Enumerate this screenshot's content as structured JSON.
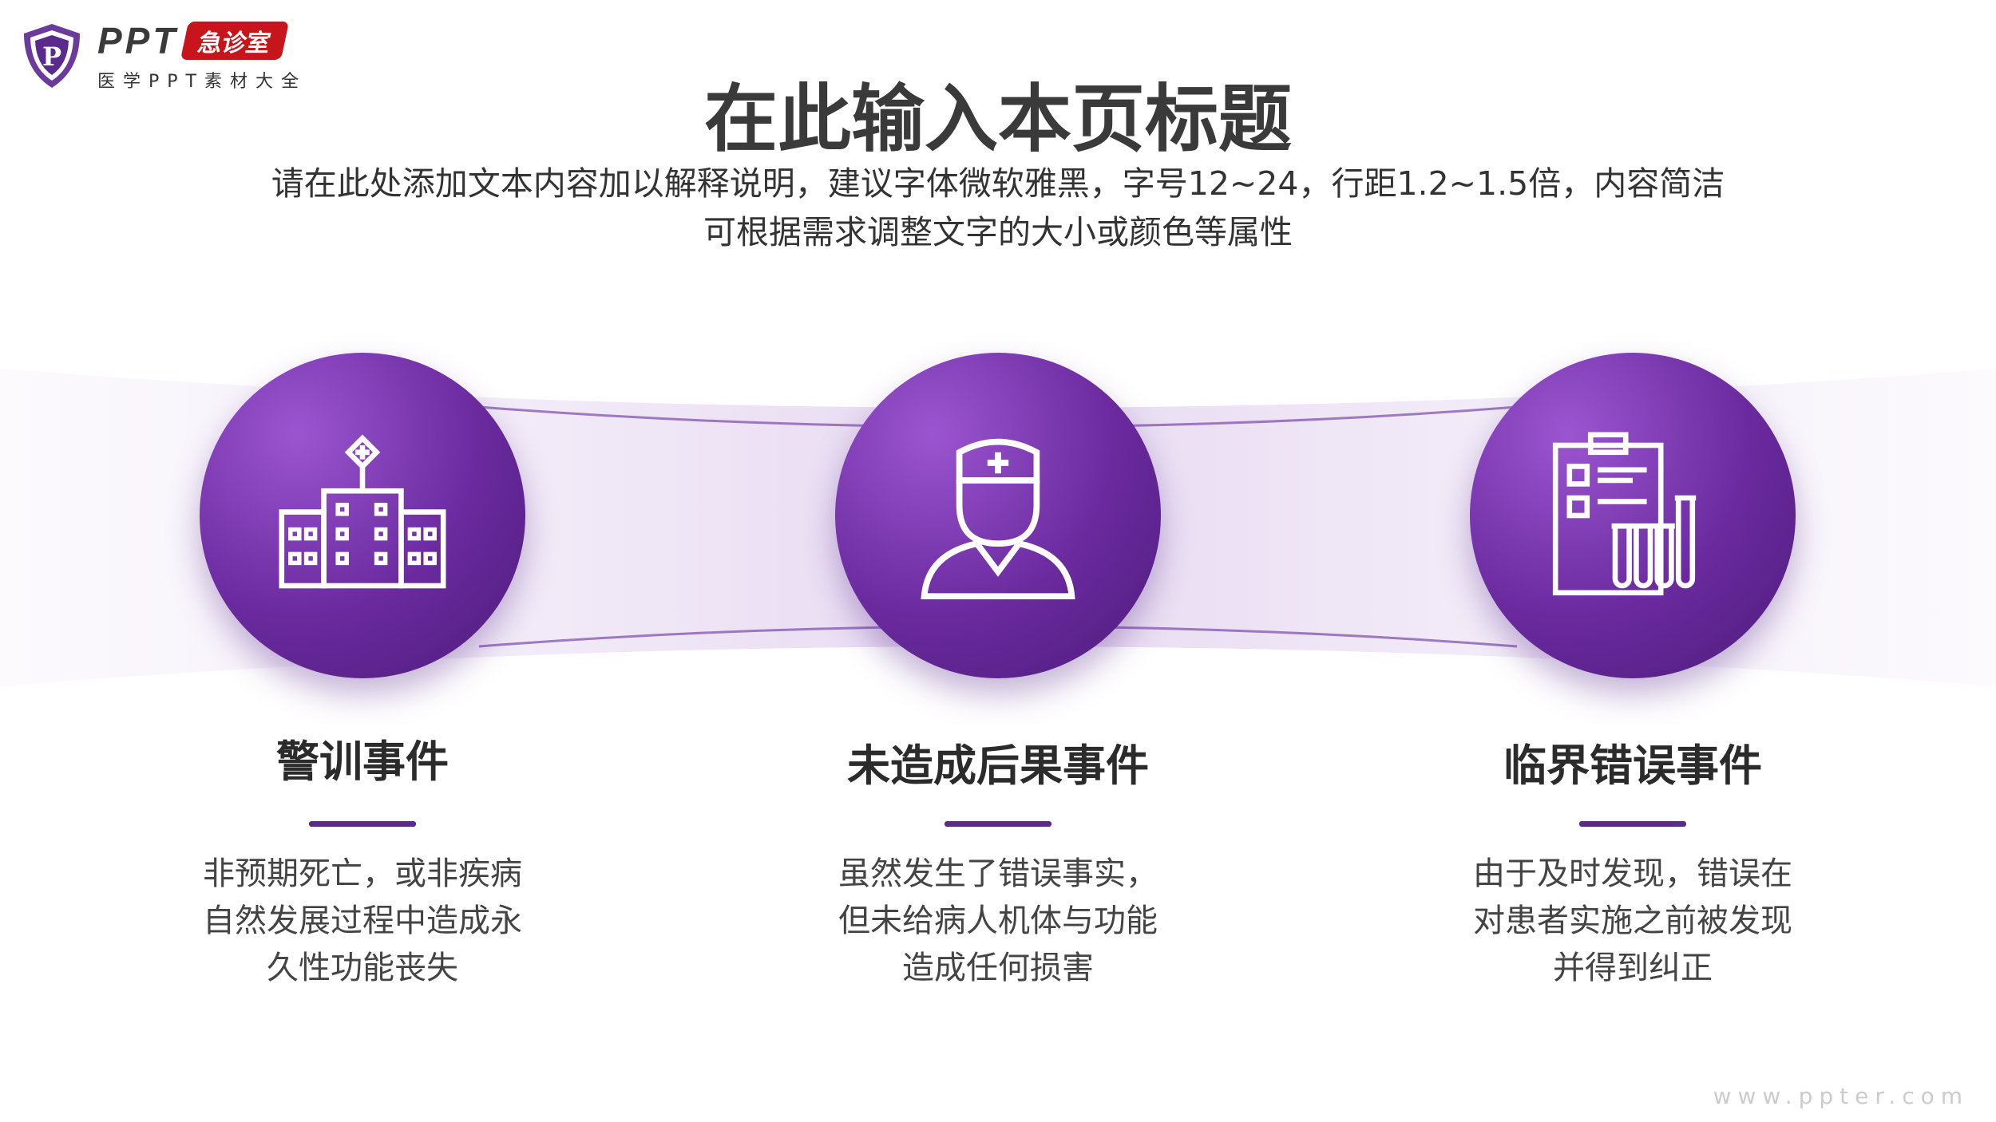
{
  "logo": {
    "brand": "PPT",
    "tag": "急诊室",
    "subtitle": "医学PPT素材大全",
    "letter": "P"
  },
  "header": {
    "title": "在此输入本页标题",
    "desc_line1": "请在此处添加文本内容加以解释说明，建议字体微软雅黑，字号12~24，行距1.2~1.5倍，内容简洁",
    "desc_line2": "可根据需求调整文字的大小或颜色等属性"
  },
  "items": [
    {
      "icon": "hospital-icon",
      "title": "警训事件",
      "lines": [
        "非预期死亡，或非疾病",
        "自然发展过程中造成永",
        "久性功能丧失"
      ]
    },
    {
      "icon": "doctor-icon",
      "title": "未造成后果事件",
      "lines": [
        "虽然发生了错误事实，",
        "但未给病人机体与功能",
        "造成任何损害"
      ]
    },
    {
      "icon": "clipboard-test-tubes-icon",
      "title": "临界错误事件",
      "lines": [
        "由于及时发现，错误在",
        "对患者实施之前被发现",
        "并得到纠正"
      ]
    }
  ],
  "footer": {
    "url": "www.ppter.com"
  },
  "colors": {
    "accent": "#5a2a8c",
    "tag": "#c8141b"
  }
}
